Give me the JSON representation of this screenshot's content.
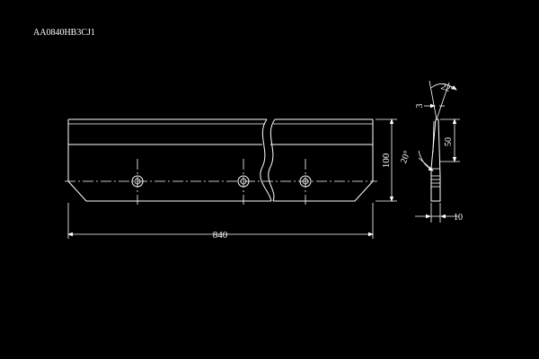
{
  "drawing": {
    "part_number": "AA0840HB3CJ1",
    "front_view": {
      "length_dimension": "840",
      "height_dimension": "100",
      "hole_count": 3
    },
    "side_view": {
      "top_angle": "22°",
      "edge_thickness": "3",
      "bevel_depth": "50",
      "bevel_angle": "20°",
      "thickness": "10"
    },
    "colors": {
      "background": "#000000",
      "linework": "#ffffff"
    }
  }
}
